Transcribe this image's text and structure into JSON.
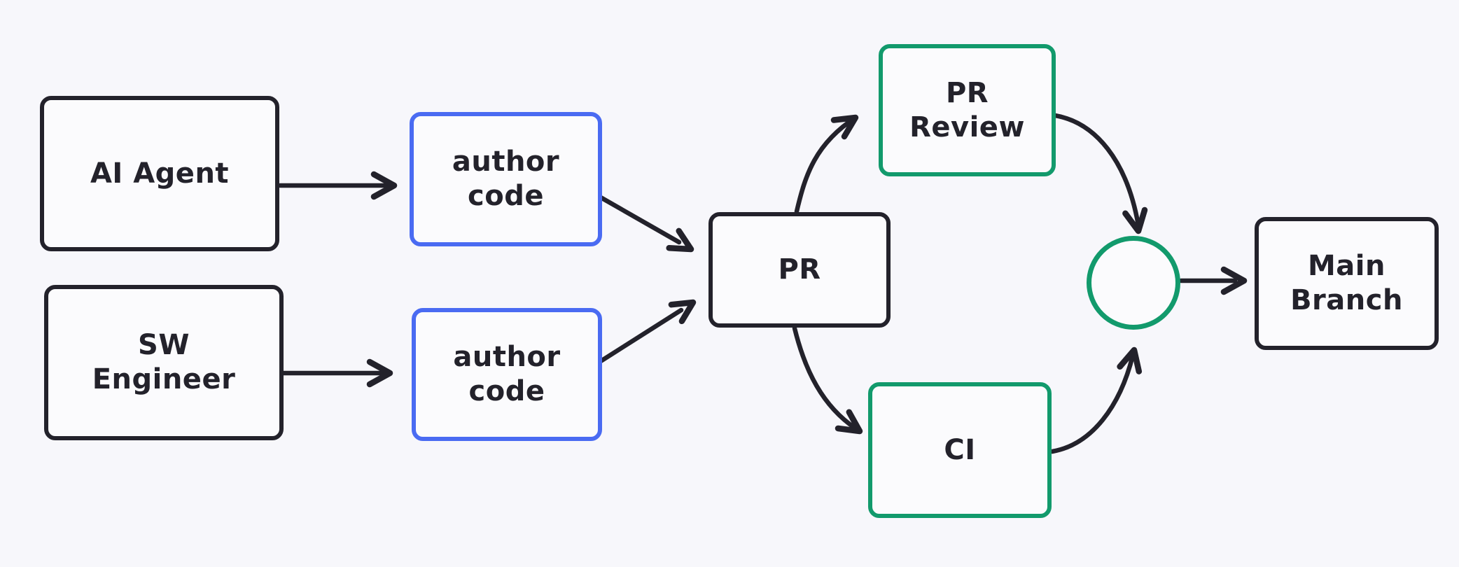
{
  "colors": {
    "background": "#f7f7fb",
    "ink": "#23222b",
    "blue": "#4a6bf2",
    "green": "#129a6c",
    "node_fill": "#fbfbfd"
  },
  "diagram": {
    "type": "flowchart",
    "nodes": [
      {
        "id": "ai-agent",
        "label": "AI Agent",
        "stroke": "ink",
        "shape": "rectangle"
      },
      {
        "id": "sw-engineer",
        "label": "SW Engineer",
        "stroke": "ink",
        "shape": "rectangle"
      },
      {
        "id": "author-code-top",
        "label": "author code",
        "stroke": "blue",
        "shape": "rectangle"
      },
      {
        "id": "author-code-bottom",
        "label": "author code",
        "stroke": "blue",
        "shape": "rectangle"
      },
      {
        "id": "pr",
        "label": "PR",
        "stroke": "ink",
        "shape": "rectangle"
      },
      {
        "id": "pr-review",
        "label": "PR Review",
        "stroke": "green",
        "shape": "rectangle"
      },
      {
        "id": "ci",
        "label": "CI",
        "stroke": "green",
        "shape": "rectangle"
      },
      {
        "id": "main-branch",
        "label": "Main Branch",
        "stroke": "ink",
        "shape": "rectangle"
      },
      {
        "id": "approved-check",
        "icon": "check-icon",
        "icon_glyph": "✓",
        "stroke": "green",
        "shape": "circle"
      }
    ],
    "edges": [
      {
        "from": "ai-agent",
        "to": "author-code-top",
        "style": "straight-arrow"
      },
      {
        "from": "sw-engineer",
        "to": "author-code-bottom",
        "style": "straight-arrow"
      },
      {
        "from": "author-code-top",
        "to": "pr",
        "style": "straight-arrow"
      },
      {
        "from": "author-code-bottom",
        "to": "pr",
        "style": "straight-arrow"
      },
      {
        "from": "pr",
        "to": "pr-review",
        "style": "curved-arrow"
      },
      {
        "from": "pr-review",
        "to": "approved-check",
        "style": "curved-arrow"
      },
      {
        "from": "pr",
        "to": "ci",
        "style": "curved-arrow"
      },
      {
        "from": "ci",
        "to": "approved-check",
        "style": "curved-arrow"
      },
      {
        "from": "approved-check",
        "to": "main-branch",
        "style": "straight-arrow"
      }
    ]
  }
}
